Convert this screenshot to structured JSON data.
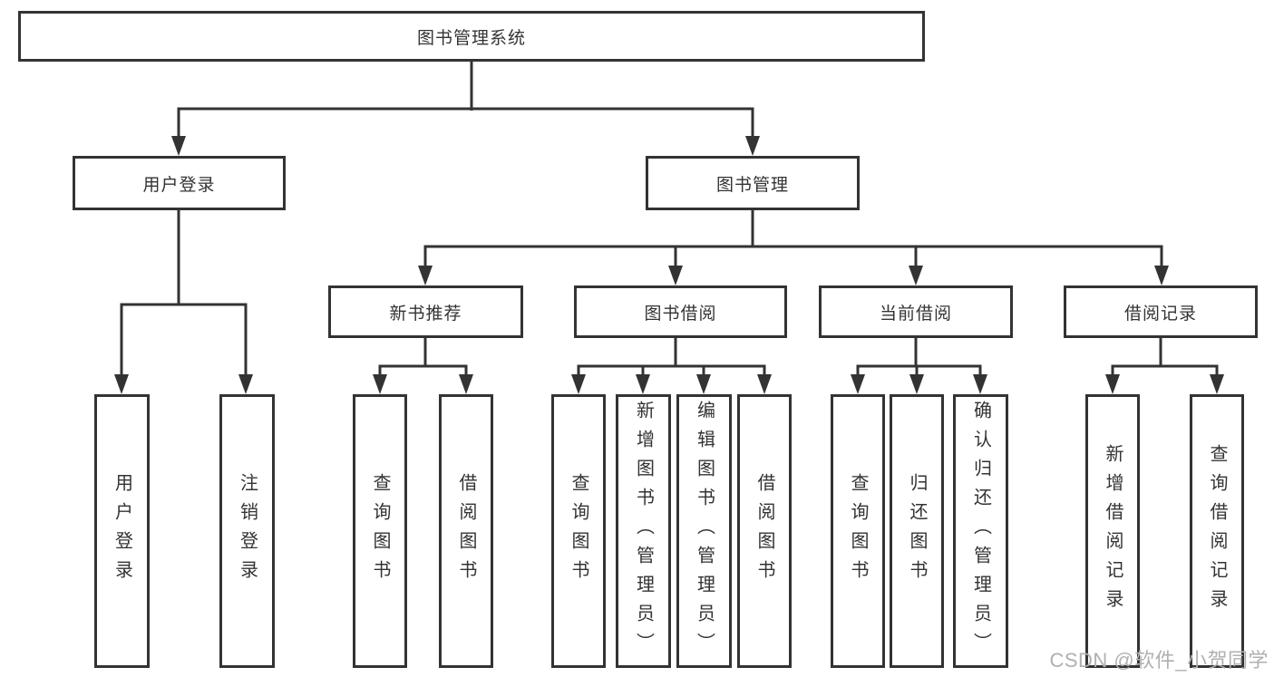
{
  "tree": {
    "label": "图书管理系统",
    "children": [
      {
        "label": "用户登录",
        "children": [
          {
            "label": "用户登录"
          },
          {
            "label": "注销登录"
          }
        ]
      },
      {
        "label": "图书管理",
        "children": [
          {
            "label": "新书推荐",
            "children": [
              {
                "label": "查询图书"
              },
              {
                "label": "借阅图书"
              }
            ]
          },
          {
            "label": "图书借阅",
            "children": [
              {
                "label": "查询图书"
              },
              {
                "label": "新增图书（管理员）"
              },
              {
                "label": "编辑图书（管理员）"
              },
              {
                "label": "借阅图书"
              }
            ]
          },
          {
            "label": "当前借阅",
            "children": [
              {
                "label": "查询图书"
              },
              {
                "label": "归还图书"
              },
              {
                "label": "确认归还（管理员）"
              }
            ]
          },
          {
            "label": "借阅记录",
            "children": [
              {
                "label": "新增借阅记录"
              },
              {
                "label": "查询借阅记录"
              }
            ]
          }
        ]
      }
    ]
  },
  "watermark": {
    "text": "CSDN @软件_小贺同学"
  },
  "colors": {
    "line": "#333333",
    "box_border": "#333333",
    "box_background": "#ffffff",
    "text": "#333333",
    "watermark": "#b0b0b0"
  }
}
